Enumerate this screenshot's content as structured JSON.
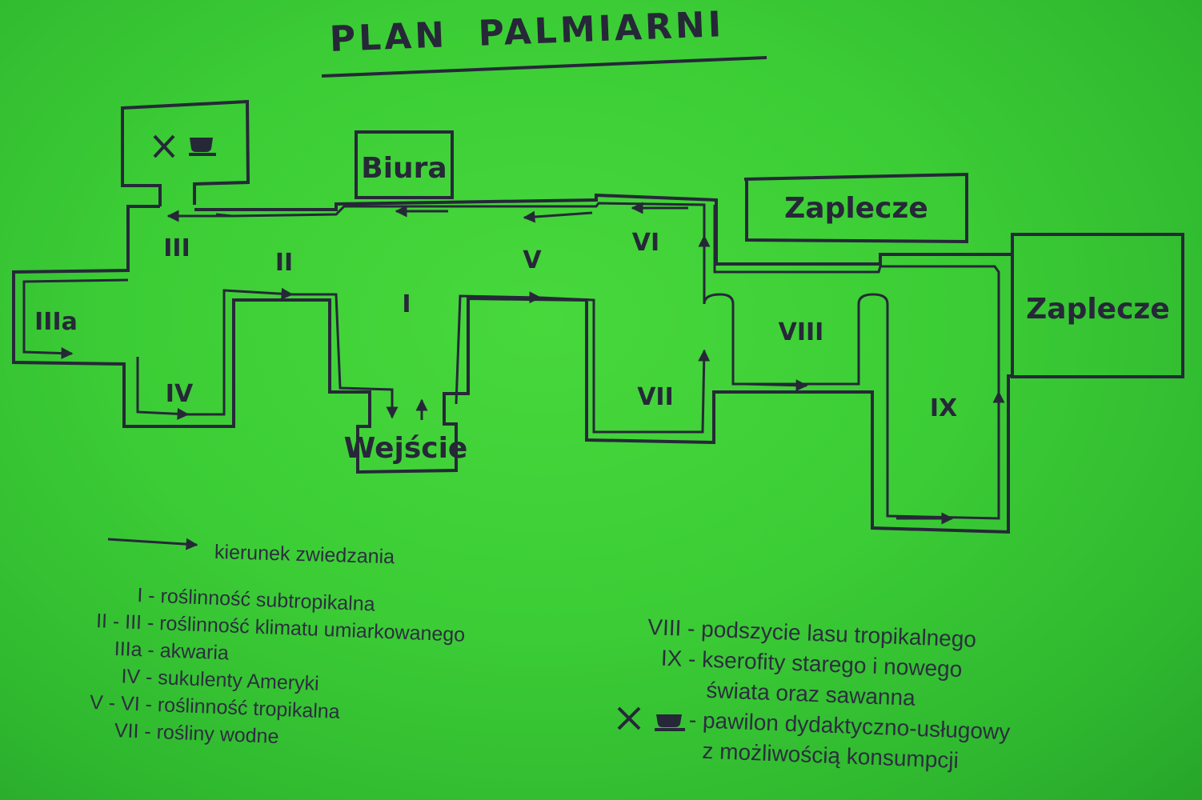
{
  "title": "PLAN  PALMIARNI",
  "rooms": {
    "biura": "Biura",
    "zaplecze_top": "Zaplecze",
    "zaplecze_right": "Zaplecze",
    "wejscie": "Wejście"
  },
  "areas": {
    "I": "I",
    "II": "II",
    "III": "III",
    "IIIa": "IIIa",
    "IV": "IV",
    "V": "V",
    "VI": "VI",
    "VII": "VII",
    "VIII": "VIII",
    "IX": "IX"
  },
  "legend": {
    "direction": "kierunek zwiedzania",
    "left": [
      "I - roślinność subtropikalna",
      "II - III - roślinność klimatu umiarkowanego",
      "IIIa - akwaria",
      "IV - sukulenty Ameryki",
      "V - VI - roślinność tropikalna",
      "VII - rośliny wodne"
    ],
    "right": [
      "VIII - podszycie lasu tropikalnego",
      "IX - kserofity starego i nowego",
      "świata oraz sawanna",
      "- pawilon dydaktyczno-usługowy",
      "z możliwością konsumpcji"
    ]
  },
  "icons": [
    "fork-knife-icon",
    "coffee-cup-icon"
  ],
  "colors": {
    "background": "#3ccd36",
    "ink": "#262838"
  }
}
